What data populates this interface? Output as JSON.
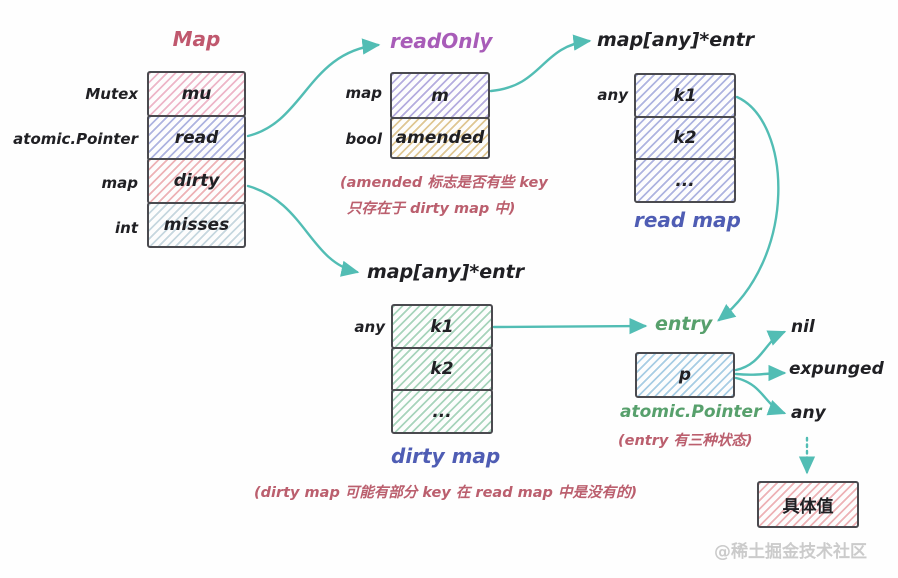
{
  "colors": {
    "arrow": "#52bdb4",
    "ink": "#202024",
    "border": "#4a4a4f",
    "title-map": "#c0586e",
    "title-readonly": "#a85cb8",
    "caption-blue": "#4f5db4",
    "green": "#57a06c",
    "note-red": "#bb5f6e",
    "watermark": "#cbcbcb",
    "hatch-pink": "#edb6c8",
    "hatch-indigo": "#aeb4e0",
    "hatch-rose": "#edb2b6",
    "hatch-steel": "#c6d7df",
    "hatch-lavender": "#b5addf",
    "hatch-tan": "#dfc794",
    "hatch-green": "#a8d4bc",
    "hatch-sky": "#a8cde4"
  },
  "map_struct": {
    "title": "Map",
    "fields": [
      {
        "type": "Mutex",
        "name": "mu"
      },
      {
        "type": "atomic.Pointer",
        "name": "read"
      },
      {
        "type": "map",
        "name": "dirty"
      },
      {
        "type": "int",
        "name": "misses"
      }
    ]
  },
  "readonly_struct": {
    "title": "readOnly",
    "fields": [
      {
        "type": "map",
        "name": "m"
      },
      {
        "type": "bool",
        "name": "amended"
      }
    ],
    "note_line1": "(amended 标志是否有些 key",
    "note_line2": "只存在于 dirty map 中)"
  },
  "read_map": {
    "title": "map[any]*entr",
    "key_type": "any",
    "keys": [
      "k1",
      "k2",
      "..."
    ],
    "caption": "read map"
  },
  "dirty_map": {
    "title": "map[any]*entr",
    "key_type": "any",
    "keys": [
      "k1",
      "k2",
      "..."
    ],
    "caption": "dirty map",
    "note": "(dirty map 可能有部分 key 在 read map 中是没有的)"
  },
  "entry": {
    "label": "entry",
    "field": "p",
    "caption": "atomic.Pointer",
    "note": "(entry 有三种状态)",
    "states": [
      "nil",
      "expunged",
      "any"
    ]
  },
  "value_box": {
    "label": "具体值"
  },
  "watermark": "@稀土掘金技术社区"
}
